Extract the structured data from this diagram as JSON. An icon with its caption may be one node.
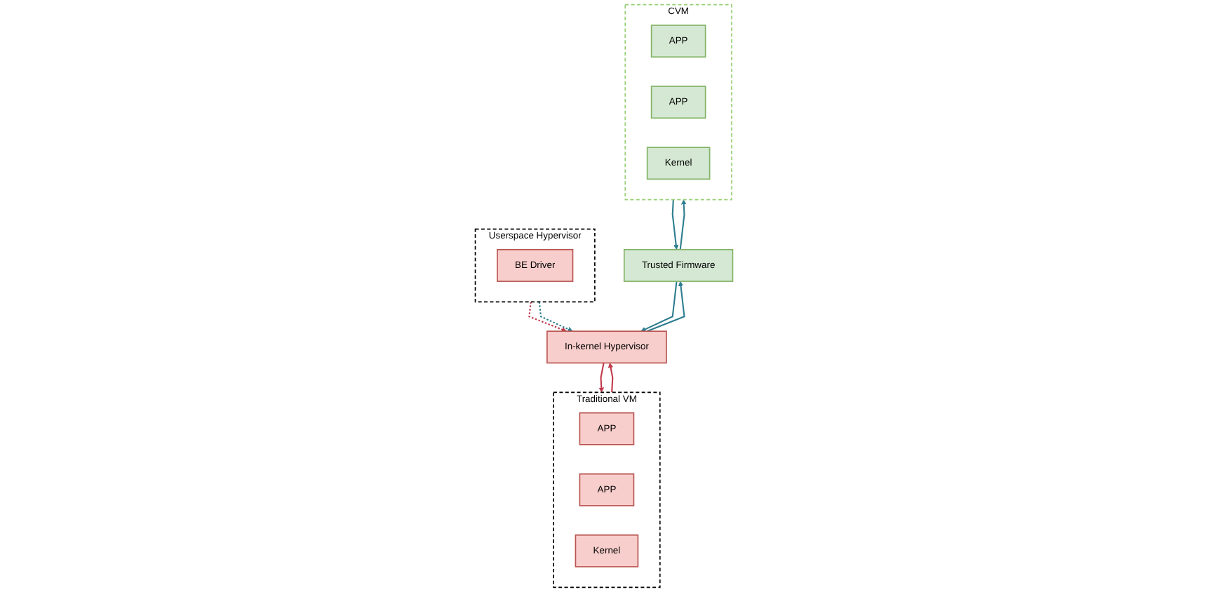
{
  "diagram": {
    "nodes": [
      {
        "text": [
          "Traditional VM"
        ]
      },
      {
        "text": [
          "APP"
        ],
        "in": 0
      },
      {
        "text": [
          "APP"
        ],
        "in": 0
      },
      {
        "text": [
          "Kernel"
        ],
        "in": 0
      },
      {
        "text": [
          "Userspace Hypervisor"
        ]
      },
      {
        "text": [
          "BE Driver"
        ],
        "in": 4
      },
      {
        "text": [
          "CVM"
        ]
      },
      {
        "text": [
          "APP"
        ],
        "in": 6
      },
      {
        "text": [
          "APP"
        ],
        "in": 6
      },
      {
        "text": [
          "Kernel"
        ],
        "in": 6
      },
      {
        "text": [
          "In-kernel Hypervisor"
        ]
      },
      {
        "text": [
          "Trusted Firmware"
        ]
      }
    ],
    "edges": [
      {
        "from": 10,
        "to": 0,
        "arrow": "to",
        "color": "#c0394b"
      },
      {
        "from": 0,
        "to": 10,
        "arrow": "to",
        "color": "#c0394b"
      },
      {
        "from": 4,
        "to": 10,
        "arrow": "to",
        "style": "dashed",
        "color": "#c0394b"
      },
      {
        "from": 4,
        "to": 10,
        "arrow": "to",
        "style": "dashed"
      },
      {
        "from": 6,
        "to": 11,
        "arrow": "to"
      },
      {
        "from": 11,
        "to": 6,
        "arrow": "to"
      },
      {
        "from": 11,
        "to": 10,
        "arrow": "to"
      },
      {
        "from": 10,
        "to": 11,
        "arrow": "to"
      }
    ]
  }
}
